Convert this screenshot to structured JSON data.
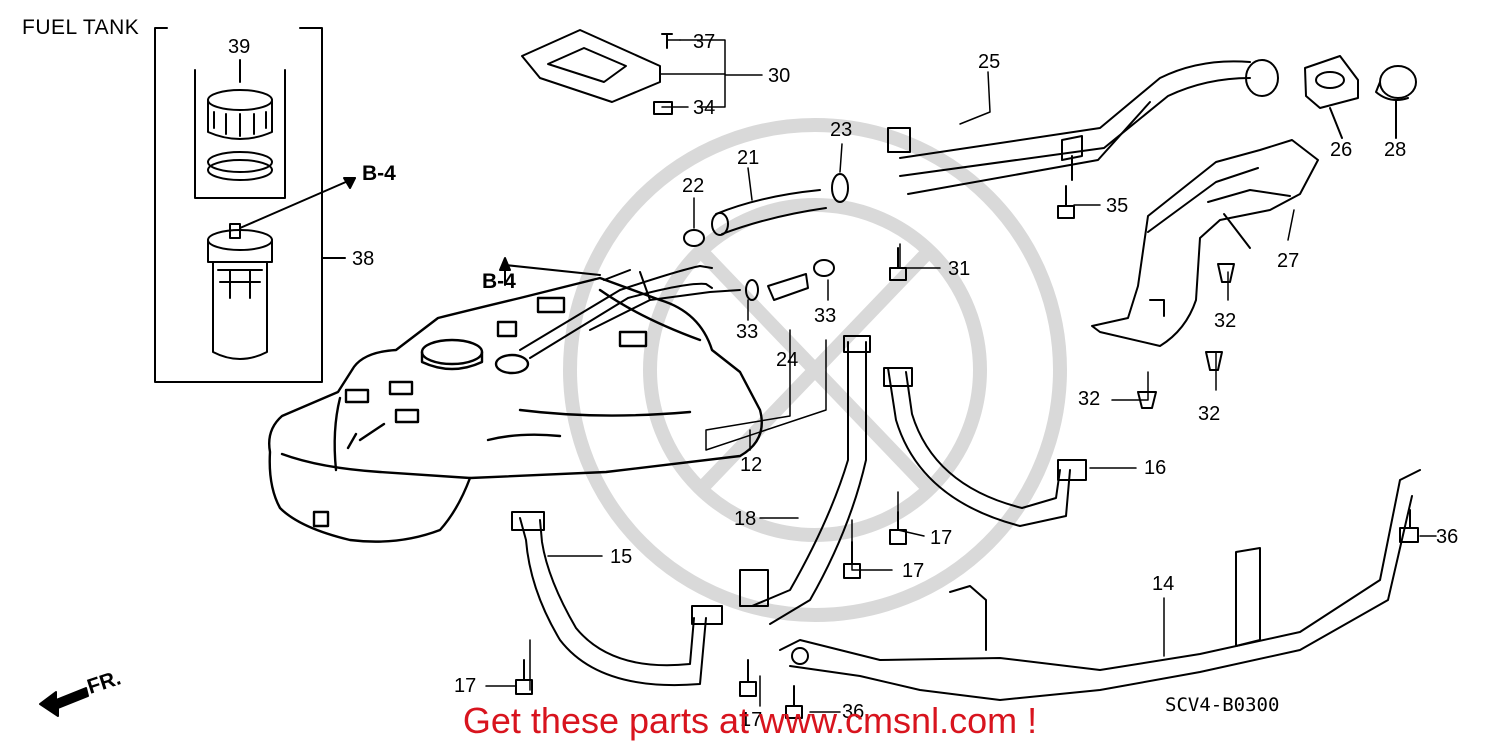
{
  "title": "FUEL TANK",
  "diagram_code": "SCV4-B0300",
  "footer": "Get these parts at www.cmsnl.com !",
  "section_refs": [
    "B-4",
    "B-4"
  ],
  "front_marker": "FR.",
  "callouts": [
    {
      "id": "39",
      "label": "39"
    },
    {
      "id": "38",
      "label": "38"
    },
    {
      "id": "37",
      "label": "37"
    },
    {
      "id": "30",
      "label": "30"
    },
    {
      "id": "34",
      "label": "34"
    },
    {
      "id": "25",
      "label": "25"
    },
    {
      "id": "26",
      "label": "26"
    },
    {
      "id": "28",
      "label": "28"
    },
    {
      "id": "23",
      "label": "23"
    },
    {
      "id": "21",
      "label": "21"
    },
    {
      "id": "22",
      "label": "22"
    },
    {
      "id": "35",
      "label": "35"
    },
    {
      "id": "31",
      "label": "31"
    },
    {
      "id": "27",
      "label": "27"
    },
    {
      "id": "32a",
      "label": "32"
    },
    {
      "id": "32b",
      "label": "32"
    },
    {
      "id": "32c",
      "label": "32"
    },
    {
      "id": "33a",
      "label": "33"
    },
    {
      "id": "33b",
      "label": "33"
    },
    {
      "id": "24",
      "label": "24"
    },
    {
      "id": "12",
      "label": "12"
    },
    {
      "id": "16",
      "label": "16"
    },
    {
      "id": "18",
      "label": "18"
    },
    {
      "id": "17a",
      "label": "17"
    },
    {
      "id": "17b",
      "label": "17"
    },
    {
      "id": "17c",
      "label": "17"
    },
    {
      "id": "17d",
      "label": "17"
    },
    {
      "id": "15",
      "label": "15"
    },
    {
      "id": "14",
      "label": "14"
    },
    {
      "id": "36a",
      "label": "36"
    },
    {
      "id": "36b",
      "label": "36"
    }
  ],
  "colors": {
    "line": "#000000",
    "footer": "#d8141e",
    "watermark": "#cfcfcf"
  }
}
